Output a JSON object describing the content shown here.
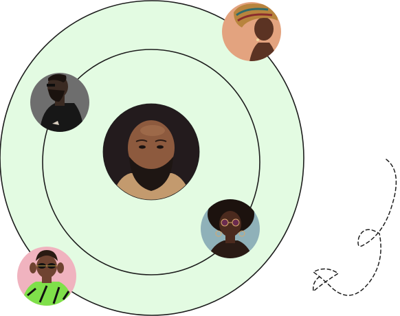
{
  "colors": {
    "outer_ring_fill": "#e3fbe2",
    "ring_stroke": "#1c1c1c",
    "inner_ring_fill": "#e3fbe2",
    "dashed_squiggle": "#1c1c1c"
  },
  "avatars": [
    {
      "id": "center",
      "description_icon": "bald-bearded-man-portrait",
      "bg": "#2b2224",
      "skin": "#8d5a3e",
      "shirt": "#c49a6c"
    },
    {
      "id": "top-right",
      "description_icon": "woman-headwrap-portrait",
      "bg": "#e3a37f",
      "skin": "#5b3323",
      "shirt": "#7a4b32"
    },
    {
      "id": "left",
      "description_icon": "man-profile-suit-portrait",
      "bg": "#6e6e6e",
      "skin": "#3a2a22",
      "shirt": "#1a1a1a"
    },
    {
      "id": "right",
      "description_icon": "woman-afro-sunglasses-portrait",
      "bg": "#8fb1b9",
      "skin": "#4b2a1e",
      "shirt": "#2a1b15"
    },
    {
      "id": "bottom-left",
      "description_icon": "woman-sunglasses-zebra-top-portrait",
      "bg": "#f0b3bf",
      "skin": "#6f4331",
      "shirt": "#7fe04a"
    }
  ]
}
